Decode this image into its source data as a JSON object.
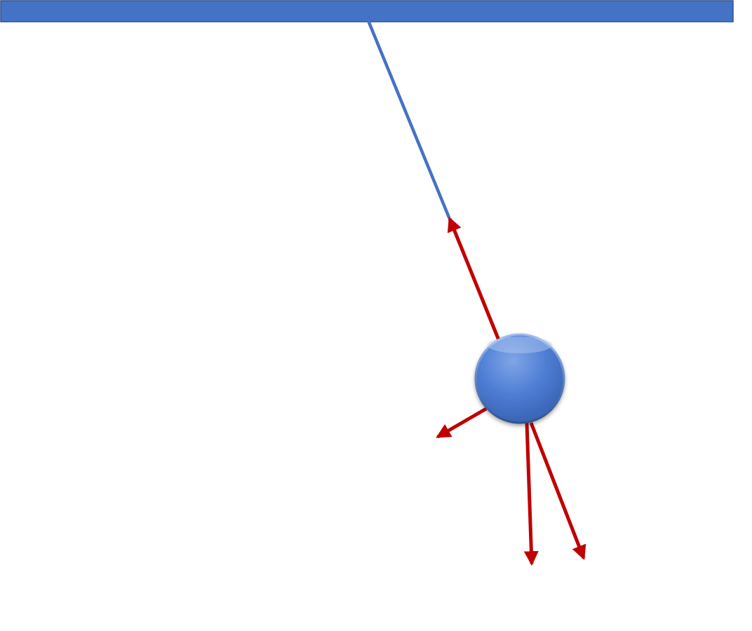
{
  "diagram": {
    "kind": "pendulum-force-diagram",
    "colors": {
      "ceiling_fill": "#4472C4",
      "ceiling_stroke": "#2F528F",
      "string": "#4472C4",
      "bob_light": "#7FA6E6",
      "bob_mid": "#4E7DD4",
      "bob_dark": "#2F528F",
      "force_arrow": "#C00000"
    },
    "icons": {
      "ceiling": "ceiling-bar",
      "string": "pendulum-string",
      "bob": "pendulum-bob",
      "force": "force-arrow"
    },
    "force_arrows": [
      {
        "name": "tension-force-arrow"
      },
      {
        "name": "tangential-force-arrow"
      },
      {
        "name": "weight-force-arrow"
      },
      {
        "name": "radial-force-arrow"
      }
    ]
  }
}
